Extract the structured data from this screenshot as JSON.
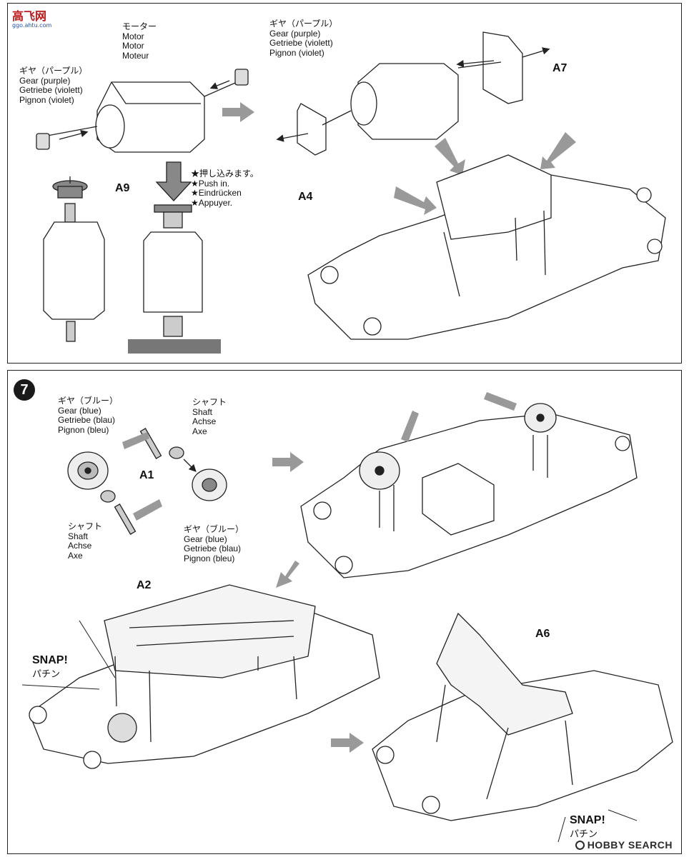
{
  "step6": {
    "logo_text": "高飞网",
    "logo_url": "ggo.ahtu.com",
    "motor_label": "モーター\nMotor\nMotor\nMoteur",
    "gear_left_label": "ギヤ（パープル）\nGear (purple)\nGetriebe (violett)\nPignon (violet)",
    "gear_right_label": "ギヤ（パープル）\nGear (purple)\nGetriebe (violett)\nPignon (violet)",
    "push_label": "★押し込みます。\n★Push in.\n★Eindrücken\n★Appuyer.",
    "parts": {
      "a9": "A9",
      "a4": "A4",
      "a7": "A7"
    }
  },
  "step7": {
    "number": "7",
    "gear_blue_top_label": "ギヤ（ブルー）\nGear (blue)\nGetriebe (blau)\nPignon (bleu)",
    "shaft_top_label": "シャフト\nShaft\nAchse\nAxe",
    "shaft_bottom_label": "シャフト\nShaft\nAchse\nAxe",
    "gear_blue_bottom_label": "ギヤ（ブルー）\nGear (blue)\nGetriebe (blau)\nPignon (bleu)",
    "parts": {
      "a1": "A1",
      "a2": "A2",
      "a6": "A6"
    },
    "snap_left": {
      "title": "SNAP!",
      "jp": "パチン"
    },
    "snap_right": {
      "title": "SNAP!",
      "jp": "パチン"
    }
  },
  "watermark": "HOBBY SEARCH"
}
